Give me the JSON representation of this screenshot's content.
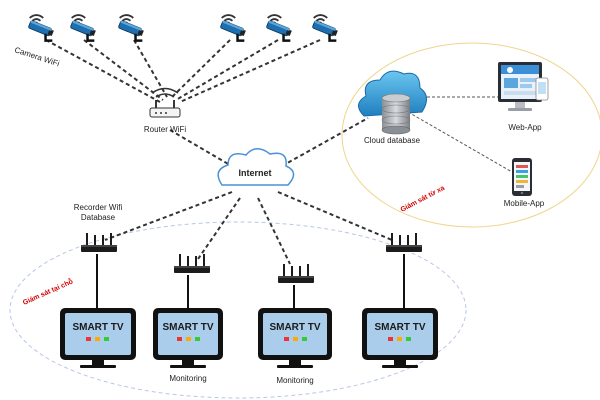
{
  "labels": {
    "camera_wifi": "Camera WiFi",
    "router_wifi": "Router WiFi",
    "internet": "Internet",
    "cloud_database": "Cloud database",
    "web_app": "Web-App",
    "mobile_app": "Mobile-App",
    "recorder_line1": "Recorder Wifi",
    "recorder_line2": "Database",
    "monitoring_1": "Monitoring",
    "monitoring_2": "Monitoring",
    "remote_monitoring": "Giám sát từ xa",
    "local_monitoring": "Giám sát tại chỗ"
  },
  "tv_text": [
    "SMART TV",
    "SMART TV",
    "SMART TV",
    "SMART TV"
  ],
  "colors": {
    "tv_screen": "#a9cdeb",
    "tv_bezel": "#111111",
    "cloud_top": "#4db3e6",
    "cloud_bottom": "#1f7fbf",
    "remote_ellipse": "#f0d58a",
    "local_ellipse": "#b8c6e8",
    "link": "#333333"
  }
}
